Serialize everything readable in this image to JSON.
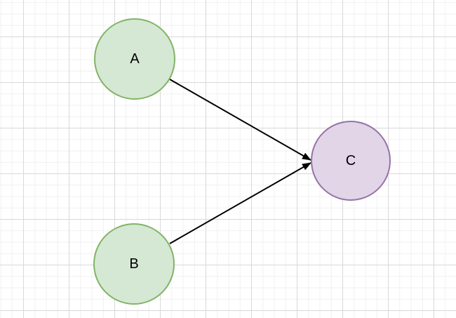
{
  "canvas": {
    "background": "#ffffff",
    "grid_minor_color": "#f0f0f0",
    "grid_major_color": "#d9d9d9"
  },
  "diagram": {
    "edge_color": "#000000",
    "text_color": "#000000",
    "nodes": {
      "a": {
        "label": "A",
        "fill": "#d5e8d4",
        "stroke": "#82b366"
      },
      "b": {
        "label": "B",
        "fill": "#d5e8d4",
        "stroke": "#82b366"
      },
      "c": {
        "label": "C",
        "fill": "#e1d5e7",
        "stroke": "#9673a6"
      }
    },
    "edges": [
      {
        "from": "A",
        "to": "C"
      },
      {
        "from": "B",
        "to": "C"
      }
    ]
  }
}
